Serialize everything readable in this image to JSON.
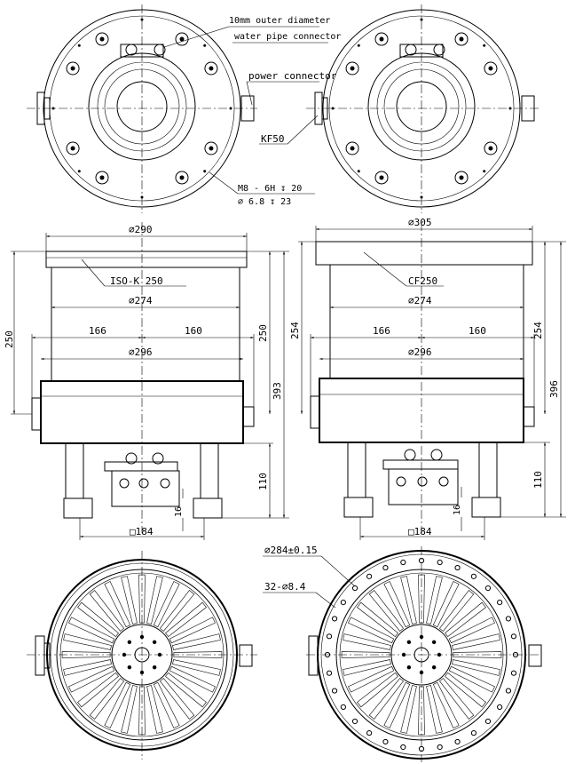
{
  "labels": {
    "water_pipe_1": "10mm outer diameter",
    "water_pipe_2": "water pipe connector",
    "power_connector": "power connector",
    "kf50": "KF50",
    "thread_1": "M8 - 6H ↧ 20",
    "thread_2": "⌀ 6.8 ↧ 23",
    "iso_flange": "ISO-K 250",
    "cf_flange": "CF250",
    "bolt_circle": "⌀284±0.15",
    "bolt_holes": "32-⌀8.4"
  },
  "dims_left": {
    "top_dia": "⌀290",
    "mid_dia": "⌀274",
    "low_dia": "⌀296",
    "left_w": "166",
    "right_w": "160",
    "h_left": "250",
    "h_inner": "250",
    "h_total": "393",
    "h_base": "110",
    "foot": "16",
    "square": "□184"
  },
  "dims_right": {
    "top_dia": "⌀305",
    "mid_dia": "⌀274",
    "low_dia": "⌀296",
    "left_w": "166",
    "right_w": "160",
    "h_inner": "254",
    "h_left": "254",
    "h_total": "396",
    "h_base": "110",
    "foot": "16",
    "square": "□184"
  },
  "colors": {
    "line": "#000000",
    "background": "#ffffff"
  }
}
